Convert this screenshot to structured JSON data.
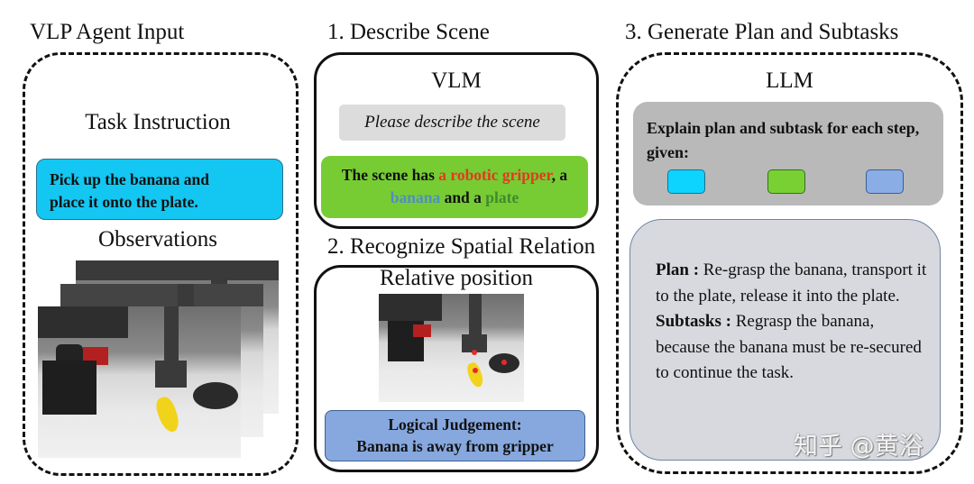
{
  "columns": {
    "agent_input": {
      "title": "VLP Agent Input",
      "task_label": "Task Instruction",
      "task_text_line1": "Pick up the banana and",
      "task_text_line2": "place it onto the plate.",
      "observations_label": "Observations",
      "observation_frames": 3
    },
    "describe_scene": {
      "title": "1. Describe Scene",
      "model_label": "VLM",
      "prompt": "Please describe the scene",
      "response": {
        "part1": "The scene has ",
        "gripper": "a robotic gripper",
        "part2": ", a ",
        "banana": "banana",
        "part3": " and a ",
        "plate": "plate"
      }
    },
    "spatial_relation": {
      "title": "2. Recognize Spatial Relation",
      "subtitle": "Relative position",
      "judgement_line1": "Logical Judgement:",
      "judgement_line2": "Banana is away from gripper"
    },
    "plan": {
      "title": "3. Generate Plan and Subtasks",
      "model_label": "LLM",
      "prompt": "Explain plan and subtask for each step, given:",
      "given_swatches": [
        "task-instruction",
        "scene-description",
        "spatial-judgement"
      ],
      "plan_label": "Plan :",
      "plan_text": " Re-grasp the banana, transport it to the plate, release it into the plate.",
      "subtasks_label": "Subtasks :",
      "subtasks_text": " Regrasp the banana, because the banana must be re-secured to continue the task."
    }
  },
  "colors": {
    "task_cyan": "#13c7f2",
    "scene_green": "#77cc33",
    "judgement_blue": "#87a8de",
    "prompt_gray": "#dcdcdc",
    "gripper_red": "#e23a1d",
    "banana_blue": "#4f8fbf",
    "plate_green": "#3f8a2b"
  },
  "watermark": "知乎 @黄浴"
}
